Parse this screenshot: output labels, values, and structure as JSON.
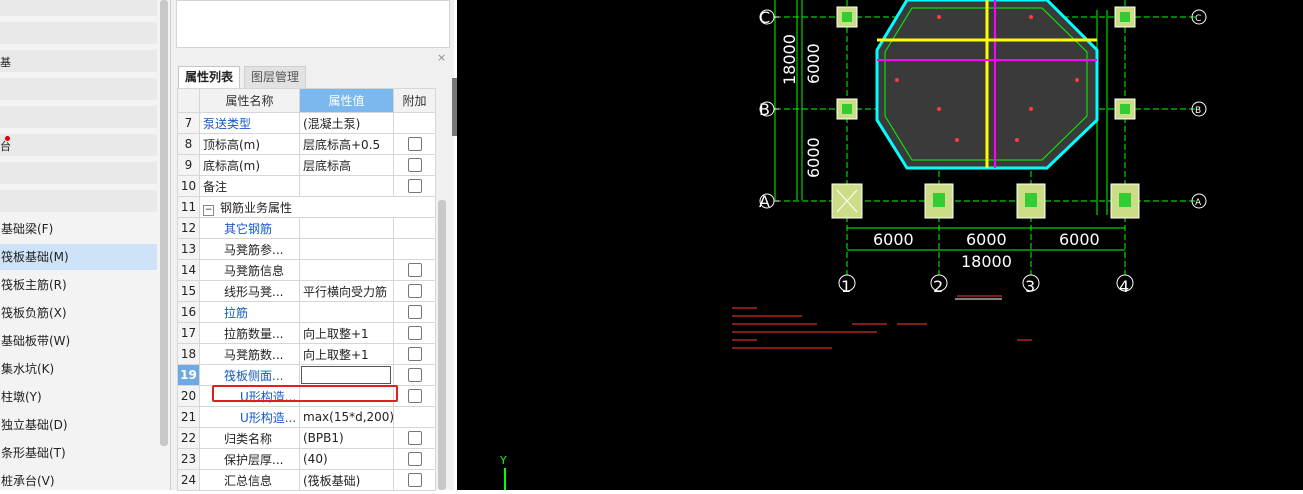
{
  "left_nav": {
    "partial_labels": [
      "基",
      "台"
    ],
    "items": [
      {
        "label": "基础梁(F)",
        "selected": false
      },
      {
        "label": "筏板基础(M)",
        "selected": true
      },
      {
        "label": "筏板主筋(R)",
        "selected": false
      },
      {
        "label": "筏板负筋(X)",
        "selected": false
      },
      {
        "label": "基础板带(W)",
        "selected": false
      },
      {
        "label": "集水坑(K)",
        "selected": false
      },
      {
        "label": "柱墩(Y)",
        "selected": false
      },
      {
        "label": "独立基础(D)",
        "selected": false
      },
      {
        "label": "条形基础(T)",
        "selected": false
      },
      {
        "label": "桩承台(V)",
        "selected": false
      }
    ]
  },
  "properties_panel": {
    "tabs": [
      {
        "label": "属性列表"
      },
      {
        "label": "图层管理"
      }
    ],
    "close_label": "×",
    "columns": [
      "属性名称",
      "属性值",
      "附加"
    ],
    "expander": "−",
    "rows": [
      {
        "num": "7",
        "name": "泵送类型",
        "value": "(混凝土泵)",
        "checkbox": false
      },
      {
        "num": "8",
        "name": "顶标高(m)",
        "value": "层底标高+0.5",
        "checkbox": true
      },
      {
        "num": "9",
        "name": "底标高(m)",
        "value": "层底标高",
        "checkbox": true
      },
      {
        "num": "10",
        "name": "备注",
        "value": "",
        "checkbox": true
      },
      {
        "num": "11",
        "name": "钢筋业务属性",
        "value": "",
        "checkbox": false
      },
      {
        "num": "12",
        "name": "其它钢筋",
        "value": "",
        "checkbox": false
      },
      {
        "num": "13",
        "name": "马凳筋参...",
        "value": "",
        "checkbox": false
      },
      {
        "num": "14",
        "name": "马凳筋信息",
        "value": "",
        "checkbox": true
      },
      {
        "num": "15",
        "name": "线形马凳...",
        "value": "平行横向受力筋",
        "checkbox": true
      },
      {
        "num": "16",
        "name": "拉筋",
        "value": "",
        "checkbox": true
      },
      {
        "num": "17",
        "name": "拉筋数量...",
        "value": "向上取整+1",
        "checkbox": true
      },
      {
        "num": "18",
        "name": "马凳筋数...",
        "value": "向上取整+1",
        "checkbox": true
      },
      {
        "num": "19",
        "name": "筏板侧面...",
        "value": "",
        "checkbox": true
      },
      {
        "num": "20",
        "name": "U形构造...",
        "value": "",
        "checkbox": true
      },
      {
        "num": "21",
        "name": "U形构造...",
        "value": "max(15*d,200)",
        "checkbox": false
      },
      {
        "num": "22",
        "name": "归类名称",
        "value": "(BPB1)",
        "checkbox": true
      },
      {
        "num": "23",
        "name": "保护层厚...",
        "value": "(40)",
        "checkbox": true
      },
      {
        "num": "24",
        "name": "汇总信息",
        "value": "(筏板基础)",
        "checkbox": true
      }
    ]
  },
  "cad": {
    "axis_labels": {
      "C": "C",
      "B": "B",
      "A": "A",
      "n1": "1",
      "n2": "2",
      "n3": "3",
      "n4": "4",
      "y": "Y"
    },
    "dims": {
      "v18000": "18000",
      "v6000a": "6000",
      "v6000b": "6000",
      "h6000a": "6000",
      "h6000b": "6000",
      "h6000c": "6000",
      "h18000": "18000"
    },
    "colors": {
      "green": "#00ff00",
      "cyan": "#00ffff",
      "yellow": "#ffff00",
      "magenta": "#ff00ff",
      "red": "#ff3b3b"
    }
  }
}
